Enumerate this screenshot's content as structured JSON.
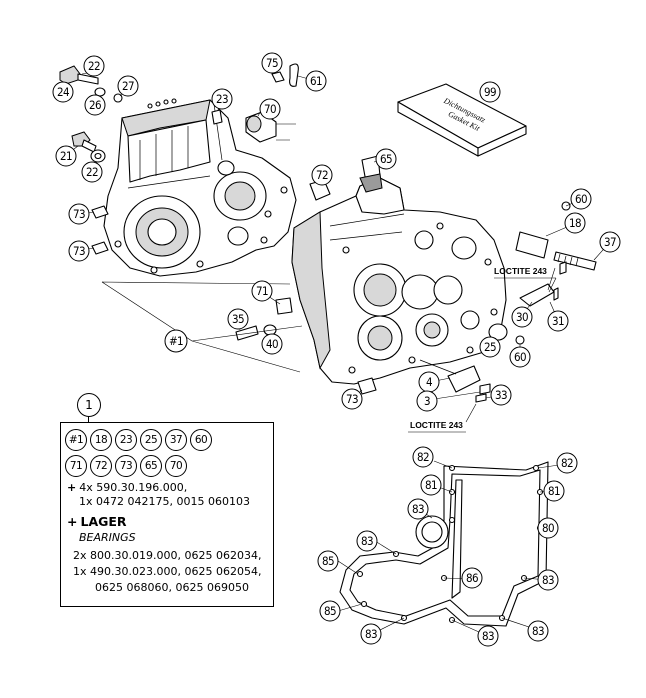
{
  "callouts": {
    "c22a": "22",
    "c24": "24",
    "c26": "26",
    "c27": "27",
    "c21": "21",
    "c22b": "22",
    "c73a": "73",
    "c73b": "73",
    "c23": "23",
    "c70": "70",
    "c75": "75",
    "c61": "61",
    "c72": "72",
    "c65": "65",
    "c99": "99",
    "c60a": "60",
    "c18": "18",
    "c37": "37",
    "c71": "71",
    "c35": "35",
    "c40": "40",
    "c1": "#1",
    "c30": "30",
    "c31": "31",
    "c25": "25",
    "c60b": "60",
    "c4": "4",
    "c3": "3",
    "c33": "33",
    "c73c": "73",
    "c82a": "82",
    "c82b": "82",
    "c81a": "81",
    "c81b": "81",
    "c83a": "83",
    "c80": "80",
    "c85a": "85",
    "c83b": "83",
    "c86": "86",
    "c83c": "83",
    "c85b": "85",
    "c83d": "83",
    "c83e": "83",
    "c83f": "83"
  },
  "loctite_upper": "LOCTITE 243",
  "loctite_lower": "LOCTITE 243",
  "gasket_kit": {
    "line1": "Dichtungssatz",
    "line2": "Gasket Kit"
  },
  "legend": {
    "title": "1",
    "row1": [
      "#1",
      "18",
      "23",
      "25",
      "37",
      "60"
    ],
    "row2": [
      "71",
      "72",
      "73",
      "65",
      "70"
    ],
    "note1_line1": "4x 590.30.196.000,",
    "note1_line2": "1x 0472 042175, 0015 060103",
    "bearings_de": "LAGER",
    "bearings_en": "BEARINGS",
    "bear_line1": "2x 800.30.019.000, 0625 062034,",
    "bear_line2": "1x 490.30.023.000, 0625 062054,",
    "bear_line3": "0625 068060, 0625 069050",
    "plus": "+"
  }
}
